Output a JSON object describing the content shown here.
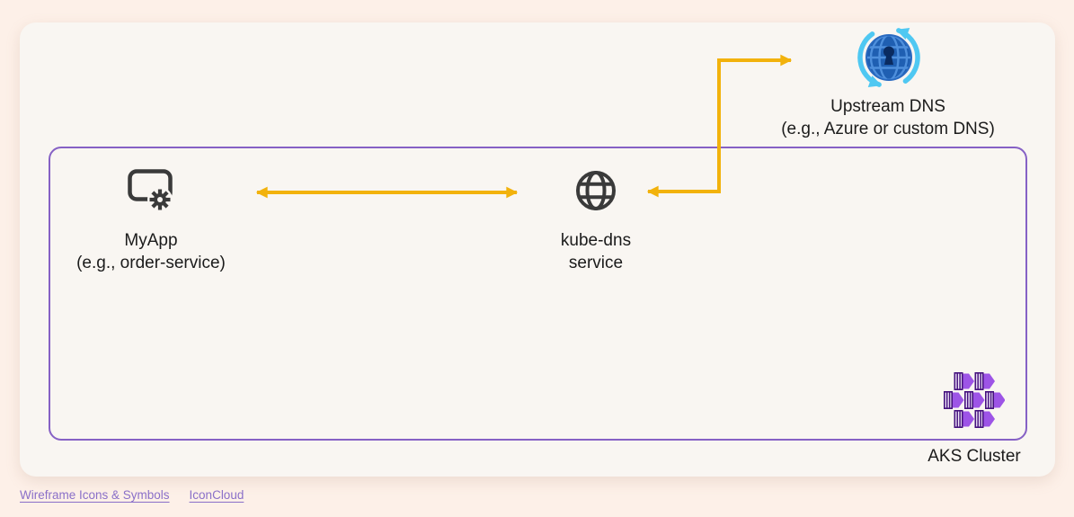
{
  "page": {
    "background": "#FDF0E8",
    "panel_background": "#F9F6F2"
  },
  "diagram": {
    "nodes": {
      "myapp": {
        "label_line1": "MyApp",
        "label_line2": "(e.g., order-service)",
        "icon": "device-gear-icon"
      },
      "kube_dns": {
        "label_line1": "kube-dns",
        "label_line2": "service",
        "icon": "globe-icon"
      },
      "upstream_dns": {
        "label_line1": "Upstream DNS",
        "label_line2": "(e.g., Azure or custom DNS)",
        "icon": "secure-globe-sync-icon"
      }
    },
    "cluster": {
      "label": "AKS Cluster",
      "icon": "container-cluster-icon",
      "border_color": "#8661C5"
    },
    "edges": [
      {
        "from": "MyApp",
        "to": "kube-dns service",
        "style": "bidirectional-straight",
        "color": "#F2B20C"
      },
      {
        "from": "kube-dns service",
        "to": "Upstream DNS",
        "style": "bidirectional-elbow",
        "color": "#F2B20C"
      }
    ],
    "colors": {
      "arrow_gold": "#F2B20C",
      "icon_gray": "#3A3A3A",
      "aks_purple_body": "#9D54E6",
      "aks_purple_dark": "#45117E",
      "upstream_globe_blue": "#1F5FB2",
      "upstream_grid_blue": "#4E8FDC",
      "upstream_keyhole_navy": "#0A2B60",
      "sync_cyan": "#4FC8F2",
      "link_purple": "#8A6FC8"
    }
  },
  "footer": {
    "links": [
      "Wireframe Icons & Symbols",
      "IconCloud"
    ]
  }
}
